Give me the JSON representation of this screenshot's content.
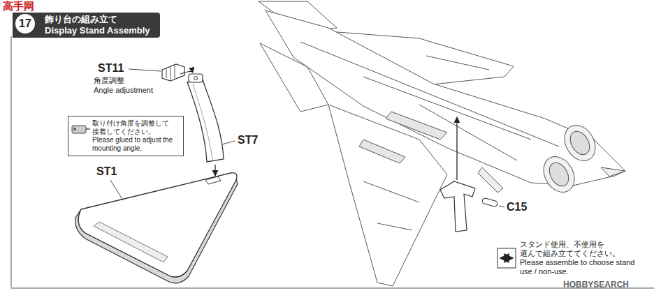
{
  "diagram": {
    "nodes": [
      {
        "text": [
          "飾り台の組み立て",
          "Display Stand Assembly"
        ]
      },
      {
        "text": [
          "17"
        ],
        "in": 0
      },
      {
        "text": [
          "取り付け角度を調整して 接着してください。",
          "Please glued to adjust the mounting angle."
        ]
      }
    ],
    "labels": [
      "高手网",
      "ST11",
      "角度調整",
      "Angle adjustment",
      "ST7",
      "ST1",
      "C15",
      "スタンド使用、不使用を 選んで組み立ててください。",
      "Please assemble to choose stand use / non-use.",
      "HOBBYSEARCH"
    ]
  }
}
